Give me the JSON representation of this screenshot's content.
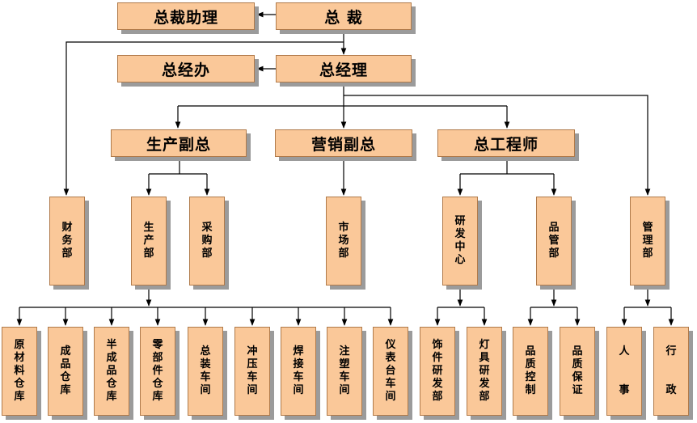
{
  "nodes": {
    "ceo": "总  裁",
    "ceo_assistant": "总裁助理",
    "gm": "总经理",
    "gm_office": "总经办",
    "prod_vp": "生产副总",
    "sales_vp": "营销副总",
    "chief_engineer": "总工程师",
    "finance": "财务部",
    "production": "生产部",
    "purchasing": "采购部",
    "market": "市场部",
    "rd_center": "研发中心",
    "quality": "品管部",
    "admin_mgmt": "管理部",
    "raw_material_wh": "原材料仓库",
    "finished_wh": "成品仓库",
    "semi_finished_wh": "半成品仓库",
    "parts_wh": "零部件仓库",
    "assembly_ws": "总装车间",
    "stamping_ws": "冲压车间",
    "welding_ws": "焊接车间",
    "molding_ws": "注塑车间",
    "dashboard_ws": "仪表台车间",
    "trim_rd": "饰件研发部",
    "lamp_rd": "灯具研发部",
    "quality_control": "品质控制",
    "quality_assurance": "品质保证",
    "hr": "人  事",
    "administration": "行  政"
  }
}
